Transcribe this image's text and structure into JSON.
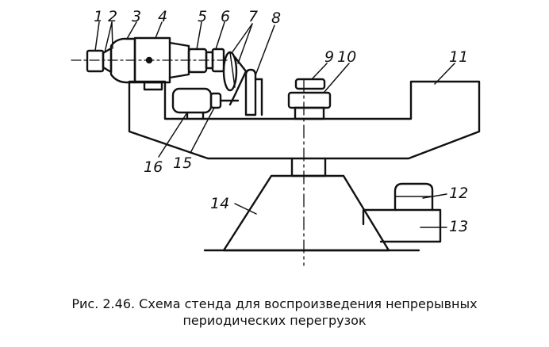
{
  "labels": {
    "l1": "1",
    "l2": "2",
    "l3": "3",
    "l4": "4",
    "l5": "5",
    "l6": "6",
    "l7": "7",
    "l8": "8",
    "l9": "9",
    "l10": "10",
    "l11": "11",
    "l12": "12",
    "l13": "13",
    "l14": "14",
    "l15": "15",
    "l16": "16"
  },
  "caption": {
    "line1": "Рис. 2.46. Схема стенда для воспроизведения непрерывных",
    "line2": "периодических перегрузок"
  }
}
